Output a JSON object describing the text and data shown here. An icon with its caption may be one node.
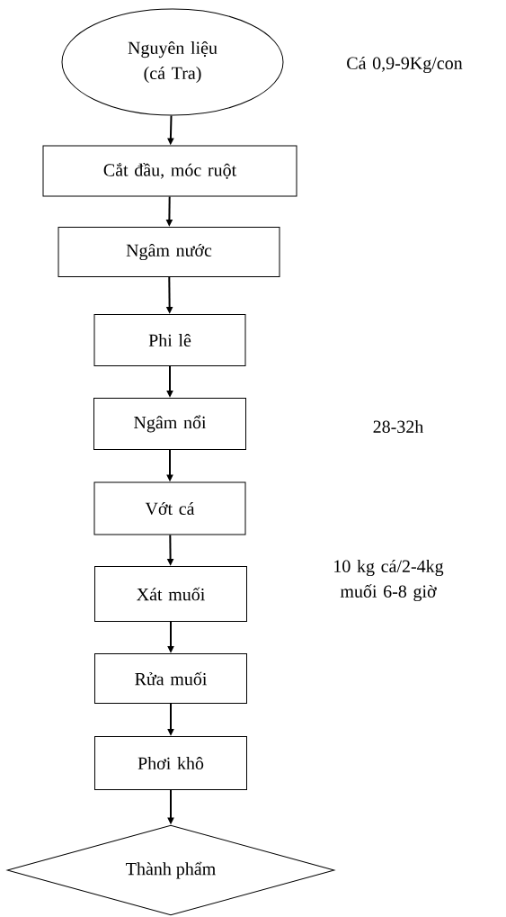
{
  "diagram": {
    "nodes": [
      {
        "text": [
          "Nguyên liệu (cá Tra)"
        ]
      },
      {
        "text": [
          "Cắt đầu, móc ruột"
        ]
      },
      {
        "text": [
          "Ngâm nước"
        ]
      },
      {
        "text": [
          "Phi lê"
        ]
      },
      {
        "text": [
          "Ngâm nổi"
        ]
      },
      {
        "text": [
          "Vớt cá"
        ]
      },
      {
        "text": [
          "Xát muối"
        ]
      },
      {
        "text": [
          "Rửa muối"
        ]
      },
      {
        "text": [
          "Phơi khô"
        ]
      },
      {
        "text": [
          "Thành phẩm"
        ]
      }
    ],
    "edges": [
      {
        "from": 0,
        "to": 1,
        "arrow": "to"
      },
      {
        "from": 1,
        "to": 2,
        "arrow": "to"
      },
      {
        "from": 2,
        "to": 3,
        "arrow": "to"
      },
      {
        "from": 3,
        "to": 4,
        "arrow": "to"
      },
      {
        "from": 4,
        "to": 5,
        "arrow": "to"
      },
      {
        "from": 5,
        "to": 6,
        "arrow": "to"
      },
      {
        "from": 6,
        "to": 7,
        "arrow": "to"
      },
      {
        "from": 7,
        "to": 8,
        "arrow": "to"
      },
      {
        "from": 8,
        "to": 9,
        "arrow": "to"
      }
    ],
    "labels": [
      "Cá 0,9-9Kg/con",
      "28-32h",
      "10 kg cá/2-4kg muối 6-8 giờ"
    ]
  }
}
